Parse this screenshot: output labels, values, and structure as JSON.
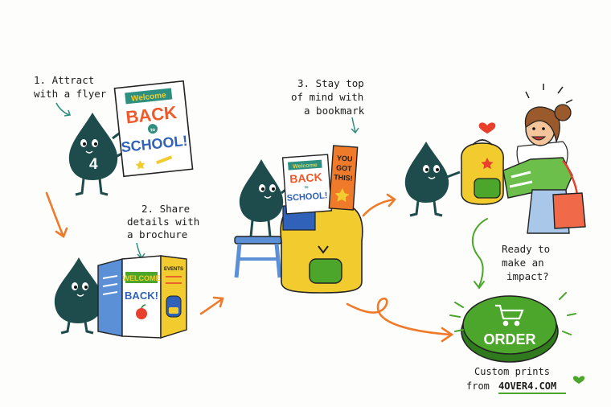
{
  "steps": [
    {
      "line1": "1. Attract",
      "line2": "with a flyer",
      "line3": ""
    },
    {
      "line1": "2. Share",
      "line2": "details with",
      "line3": "a brochure"
    },
    {
      "line1": "3. Stay top",
      "line2": "of mind with",
      "line3": "a bookmark"
    }
  ],
  "mascot_number": "4",
  "flyer": {
    "banner": "Welcome",
    "line1": "BACK",
    "to": "to",
    "line2": "SCHOOL!"
  },
  "brochure": {
    "banner": "WELCOME",
    "line": "BACK!",
    "side": "EVENTS"
  },
  "small_flyer": {
    "banner": "Welcome",
    "line1": "BACK",
    "to": "to",
    "line2": "SCHOOL!"
  },
  "bookmark": {
    "line1": "YOU",
    "line2": "GOT",
    "line3": "THIS!"
  },
  "cta": {
    "line1": "Ready to",
    "line2": "make an",
    "line3": "impact?"
  },
  "order_button": {
    "label": "ORDER"
  },
  "footer": {
    "line1": "Custom prints",
    "prefix": "from",
    "brand": "4OVER4.COM"
  },
  "colors": {
    "mascot": "#1e4b4b",
    "arrow": "#ef7a2a",
    "green": "#4ca62b",
    "yellow": "#f2cc2e",
    "teal": "#2d8f80"
  }
}
